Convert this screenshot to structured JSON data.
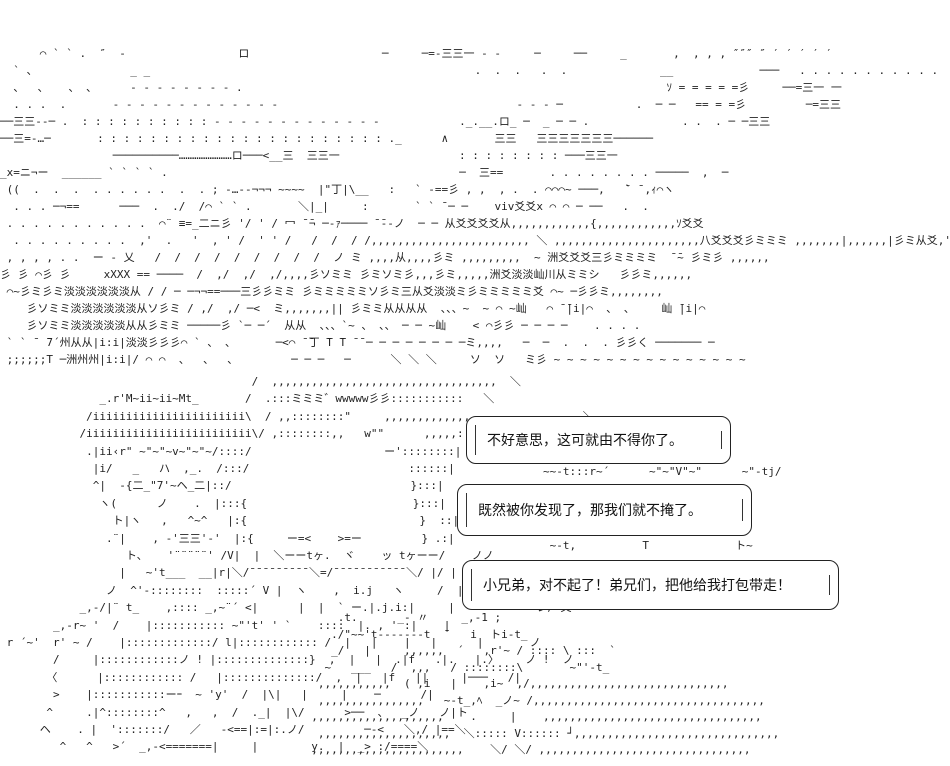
{
  "scene": {
    "art_lines": [
      "      ⌒ ` ` .  ″  -                 ロ                    ─     ─=-三三一 - -     ─     ──     _       ,  , , , ″″″ ″ ′ ′ ′ ′ ′",
      "  ` 、              _ _                                                 .  .  .   .  .              __             ───   . . . . . . . . . . .",
      "  、  、   、 、     - - - - - - - - .                                                                ｿ = = = = =彡     ──=三一 一",
      "  . . .  .       - - - - - - - - - - - - -                                    - - - ─           .  ─ ─   == = =彡         ─=三三",
      "──三三--─ .  : : : : : : : : : : - - - - - - - - - - - - -            ._.__.ロ_ ─  _ ─ ─ .              . .  . ─ ─三三",
      "──三=-…─       : : : : : : : : : : : : : : : : : : : : : : ._      ∧       三三   三三三三三三三──────",
      "                 ──────────……………………ロ───<__三  三三一                  : : : : : : : : ───三三一",
      "_x=ニ¬ー  ______ ` ` ` ` .                                            ─  三==       . . . . . . . . ─────  ,  ─",
      " ((  .  .  .  . . . . . .  .  . ; -…--¬¬¬ ~~~~  |\"丁|\\__   :   ` -==彡 , ,  , .  . ⌒⌒⌒~ ───,   ̄` ̄ ,ｨ⌒ヽ",
      "  . . . ─¬==      ───  .  ./  /⌒ ` ` .       ＼|_|     :       ` ` ̄ ─ ─    viv爻爻x ⌒ ⌒ ─ ──   .  .",
      " . . . . . . . . . . .  ⌒¨ ≡=_二ニ彡 '/ ' / 冖 ̄ ̄¬ ─-ｧ──── ̄ ̄--ノ  ─ ─ 从爻爻爻爻从,,,,,,,,,,,,{,,,,,,,,,,,,ｿ爻爻",
      "  . . . . . . . . .  ,'  .   '  , ' /  ' ' /   /  /  / /,,,,,,,,,,,,,,,,,,,,,,,, ＼ ,,,,,,,,,,,,,,,,,,,,,,八爻爻爻彡ミミミ ,,,,,,,|,,,,,,|彡ミ从爻,'",
      " , , , , . .  ー - 乂   /  /  /  /  /  /  /  /  /  ノ ミ ,,,,从,,,,彡ミ ,,,,,,,,,  ~ 洲爻爻爻三彡ミミミミ  ̄ ̄~ 彡ミ彡 ,,,,,,",
      "彡 彡 ⌒彡 彡     xXXX == ────  /  ,/  ,/  ,/,,,,彡ソミミ 彡ミソミ彡,,,彡ミ,,,,,洲爻淡淡屾川从ミミシ   彡彡ミ,,,,,,",
      " ⌒~彡ミ彡ミ淡淡淡淡淡淡从 / / ─ ─¬¬==───三彡彡ミミ 彡ミミミミミソ彡ミ三从爻淡淡ミ彡ミミミミミ爻 ⌒~ ─彡彡ミ,,,,,,,,",
      "    彡ソミミ淡淡淡淡淡淡从ソ彡ミ / ,/  ,/ ─<  ミ,,,,,,,|| 彡ミミ从从从从  、、、~  ~ ⌒ ~屾   ⌒ ̄ ̄|i|⌒  、 、    屾 ̄|i|⌒",
      "    彡ソミミ淡淡淡淡淡从从彡ミミ ─────彡 `─ ─´  从从  、、、`~ 、 、、 ─ ─ ~屾    < ⌒彡彡 ─ ─ ─ ─    . . . .",
      " ` ` ̄  ̄7´州从从|i:i|淡淡彡彡彡⌒ ` 、 、      ─<⌒ ̄ ̄丁 ̄T ̄T ̄ ̄ ─ ─ ─ ─ ─ ─ ─ ─ミ,,,,   ─  ─  .  .  . 彡彡く ─────── ─",
      " ;;;;;;T ─洲州州|i:i|/ ⌒ ⌒  、  、  、        ─ ─ ─   ─      ＼ ＼ ＼     ソ  ソ   ミ彡 ~ ~ ~ ~ ~ ~ ~ ~ ~ ~ ~ ~ ~ ~ ~",
      "                                      /  ,,,,,,,,,,,,,,,,,,,,,,,,,,,,,,,,,,  ＼",
      "               _.r'M~ii~ii~Mt_       /  .:::ミミミ゛wwwww彡彡:::::::::::   ＼",
      "             /iiiiiiiiiiiiiiiiiiiiiii\\  / ,,::::::::\"     ,,,,,,,,,,,,,,,,,,,,,,,,,,    ＼",
      "            /iiiiiiiiiiiiiiiiiiiiiiiii\\/ ,::::::::,,   w\"\"      ,,,,,:::::::::   ＼",
      "             .|ii‹r\" ~\"~\"~v~\"~\"~/::::/                    ー'::::::::|",
      "              |i/   _   ハ  ,_.  /:::/                        ::::::|",
      "              ^|  ‐{二_\"7'~ヘ_二|::/                           }:::|",
      "               ヽ(      ノ    .  |:::{                         }:::|",
      "                 ト|ヽ   ,   ^~^   |:{                          }  ::|",
      "                .¨|    , ‐'三三'‐'  |:{     ー=<    >=ー         } .:|",
      "                   ト、   '¨¨¨¨¨' /V|  |  ＼ーーtヶ.  ヾ    ッ tヶーー/    ノノ",
      "                  |   ~'t___  __|r|＼/¯¯¯¯¯¯¯¯¯＼=/¯¯¯¯¯¯¯¯¯¯¯＼/ |/ |",
      "                ノ  ^'-::::::::  :::::´ V |  ヽ    ,  i.j   ヽ     /  |ノ /|",
      "            _,-/|¨ t_    ,:::: _,~¨´ <|      |  |  ` ー.|.j.i:|     |   ー ー '   レ/ 乂",
      "        _,-r~ '  /    |::::::::::: ~\"'t' ' `    ::::  |. , ' :|    |",
      " r ´~'  r' ~ /    |:::::::::::::/ l|:::::::::::: /  |   |    |   |      |       ノ",
      "        /     |::::::::::::ノ ! |::::::::::::::}  ,  |   |  .|f   .|.   |.〉    ノ !  ノ",
      "       〈      |:::::::::::: /   |::::::::::::::/  ,  |   |f   ||     |───   /|",
      "        >    |:::::::::::ーｰ  ~ 'y'  /  |\\|   |     |    ─      /|",
      "       ^     .|^::::::::^   ,   ,  /  ._|  |\\/      >──  、  _ノ   ノ|ト",
      "      ヘ    . |  ':::::::/   ／   -<==|:=|:.ノ/         ─-<   ＼,/ |==＼",
      "         ^   ^   >´  _,-<=======|     |        y.  |  _> :/====＼"
    ],
    "lower_right_lines": [
      "                                                   .t.      _- 〃     _,-1 ;",
      "                                                  ./\"~~'t-------t  ¨   i  トi-t_",
      "                                                  _/   |     ,,,,,,  ´   ,r'~ / :::: \\ :::  `",
      "                                                 ~   ___   /  ,,,   / ::::::::\\       ~\"'‐t_",
      "                                                ,,,,,,,,,,,  ( ,i   |    ,i~  ,/,,,,,,,,,,,,,,,,,,,,,,,,,,,,,,",
      "                                                ,,,,,,,,,,,,,,,,   ~-t_,ﾍ  _ノ~ /,,,,,,,,,,,,,,,,,,,,,,,,,,,,,,,,,,,",
      "                                               ,,,,,,,,,,,,,,,,,,,,    .     |    ,,,,,,,,,,,,,,,,,,,,,,,,,,,,,,,,,",
      "                                                ,,,,,,,,,,,,,,,,,,,,  ＼::::: V:::::: ┘,,,,,,,,,,,,,,,,,,,,,,,,,,,,,,,",
      "                                               ,,,,,,,,,,,,,,,,,,,,,,,    ＼/ ＼/ ,,,,,,,,,,,,,,,,,,,,,,,,,,,,,,,,"
    ],
    "bubble_decor_lines": [
      "                                                                                  ~~-t:::r~´      ~\"~\"V\"~\"      ~\"-tj/",
      "                                                                                   ~-t,          T             ト~"
    ]
  },
  "dialogue": {
    "line1": "不好意思，这可就由不得你了。",
    "line2": "既然被你发现了，那我们就不掩了。",
    "line3": "小兄弟，对不起了！弟兄们，把他给我打包带走！"
  },
  "colors": {
    "ink": "#222222",
    "background": "#ffffff"
  }
}
